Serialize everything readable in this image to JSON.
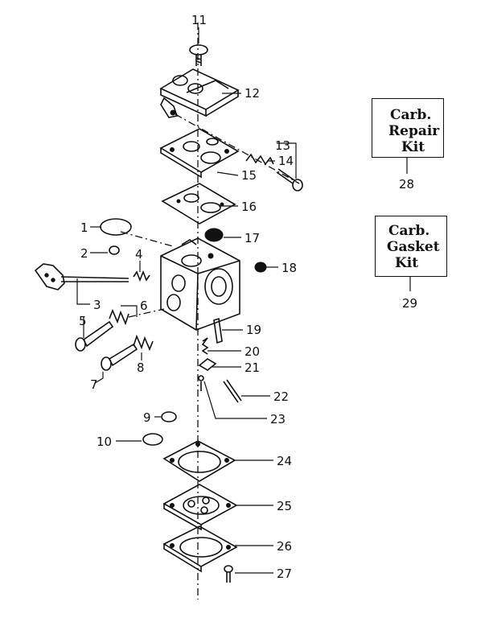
{
  "callouts": {
    "p1": "1",
    "p2": "2",
    "p3": "3",
    "p4": "4",
    "p5": "5",
    "p6": "6",
    "p7": "7",
    "p8": "8",
    "p9": "9",
    "p10": "10",
    "p11": "11",
    "p12": "12",
    "p13": "13",
    "p14": "14",
    "p15": "15",
    "p16": "16",
    "p17": "17",
    "p18": "18",
    "p19": "19",
    "p20": "20",
    "p21": "21",
    "p22": "22",
    "p23": "23",
    "p24": "24",
    "p25": "25",
    "p26": "26",
    "p27": "27"
  },
  "kits": [
    {
      "lines": [
        "Carb.",
        "Repair",
        "Kit"
      ],
      "number": "28"
    },
    {
      "lines": [
        "Carb.",
        "Gasket",
        "Kit"
      ],
      "number": "29"
    }
  ]
}
